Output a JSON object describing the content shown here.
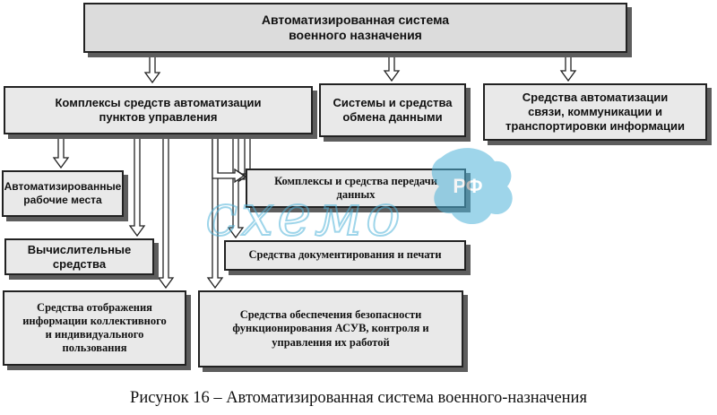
{
  "diagram": {
    "root": "Автоматизированная система\nвоенного назначения",
    "level1": {
      "complexes": "Комплексы средств автоматизации\nпунктов управления",
      "exchange": "Системы и средства\nобмена данными",
      "transport": "Средства автоматизации\nсвязи, коммуникации и\nтранспортировки информации"
    },
    "left_column": {
      "workstations": "Автоматизированные\nрабочие места",
      "computing": "Вычислительные\nсредства",
      "display": "Средства отображения\nинформации коллективного\nи индивидуального\nпользования"
    },
    "right_column": {
      "transmission": "Комплексы и средства передачи\nданных",
      "documenting": "Средства документирования и печати",
      "security": "Средства обеспечения безопасности\nфункционирования АСУВ, контроля и\nуправления их работой"
    }
  },
  "watermark": {
    "text": "схемо",
    "suffix": "РФ"
  },
  "caption": "Рисунок 16 – Автоматизированная система военного-назначения"
}
